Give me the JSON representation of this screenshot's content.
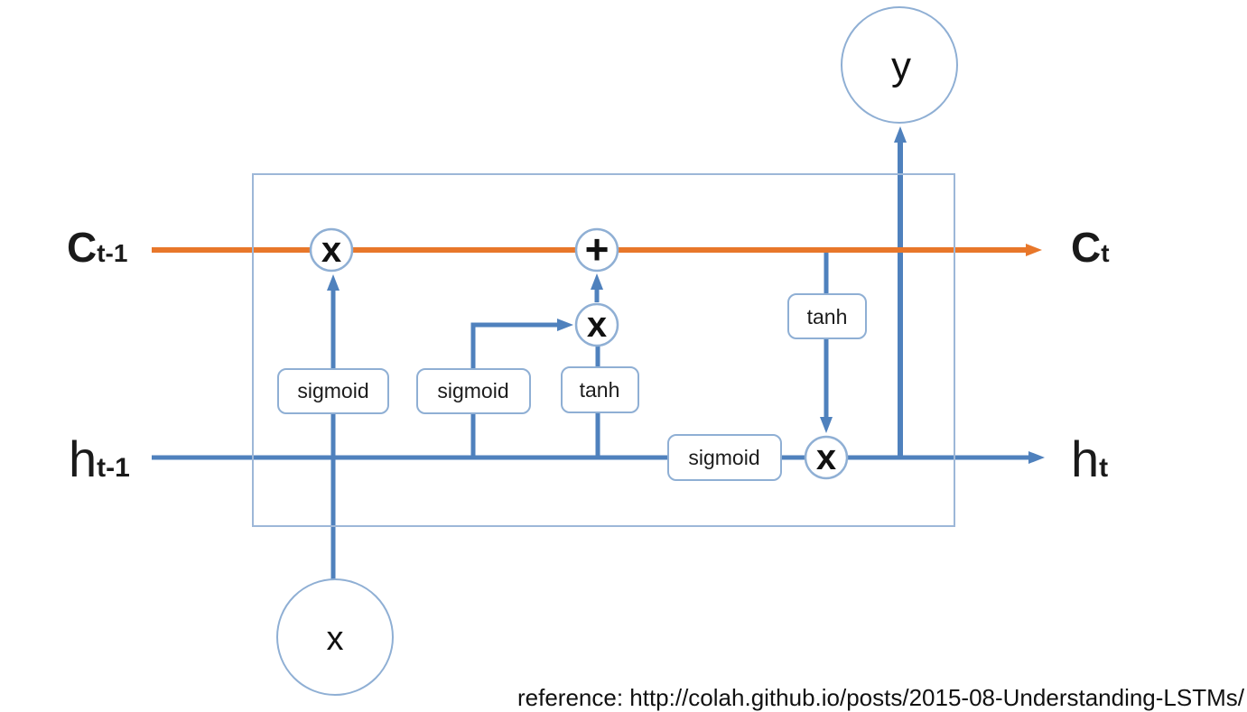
{
  "colors": {
    "cell_state_line": "#e8772a",
    "signal_line": "#4f81bd",
    "shape_border": "#8fafd4",
    "cell_border": "#9db7d8",
    "text": "#1a1a1a"
  },
  "edge_labels": {
    "cell_prev": {
      "main": "C",
      "sub": "t-1"
    },
    "cell_next": {
      "main": "C",
      "sub": "t"
    },
    "hidden_prev": {
      "main": "h",
      "sub": "t-1"
    },
    "hidden_next": {
      "main": "h",
      "sub": "t"
    }
  },
  "nodes": {
    "input": "x",
    "output": "y"
  },
  "gates": {
    "forget_gate": "sigmoid",
    "input_gate": "sigmoid",
    "candidate_gate": "tanh",
    "cell_tanh": "tanh",
    "output_gate": "sigmoid"
  },
  "operators": {
    "forget_multiply": "x",
    "cell_add": "+",
    "input_multiply": "x",
    "output_multiply": "x"
  },
  "footer": {
    "reference": "reference: http://colah.github.io/posts/2015-08-Understanding-LSTMs/"
  }
}
